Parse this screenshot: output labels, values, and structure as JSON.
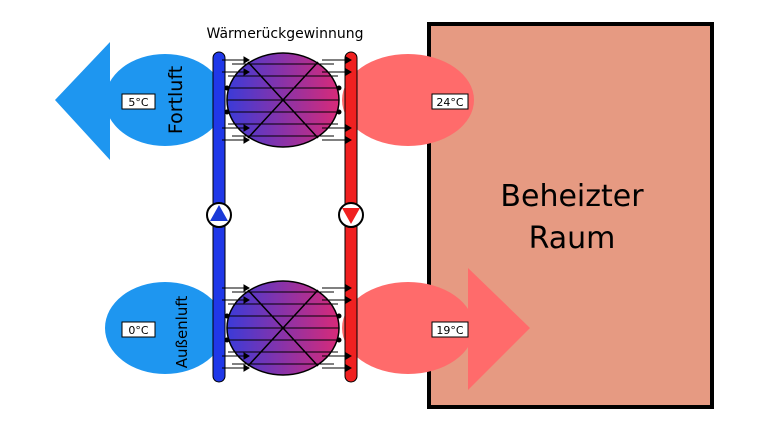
{
  "diagram": {
    "title": "Wärmerückgewinnung",
    "exhaust_label": "Fortluft",
    "outdoor_label": "Außenluft",
    "room_label_line1": "Beheizter",
    "room_label_line2": "Raum",
    "temp_exhaust": "5°C",
    "temp_outdoor": "0°C",
    "temp_extract": "24°C",
    "temp_supply": "19°C"
  },
  "colors": {
    "cold_air": "#1e96f0",
    "warm_air": "#ff6b6b",
    "room_fill": "#e69a82",
    "cold_pipe": "#2038e8",
    "hot_pipe": "#f02020",
    "exchanger_from": "#3b3bd8",
    "exchanger_to": "#d82a78"
  }
}
